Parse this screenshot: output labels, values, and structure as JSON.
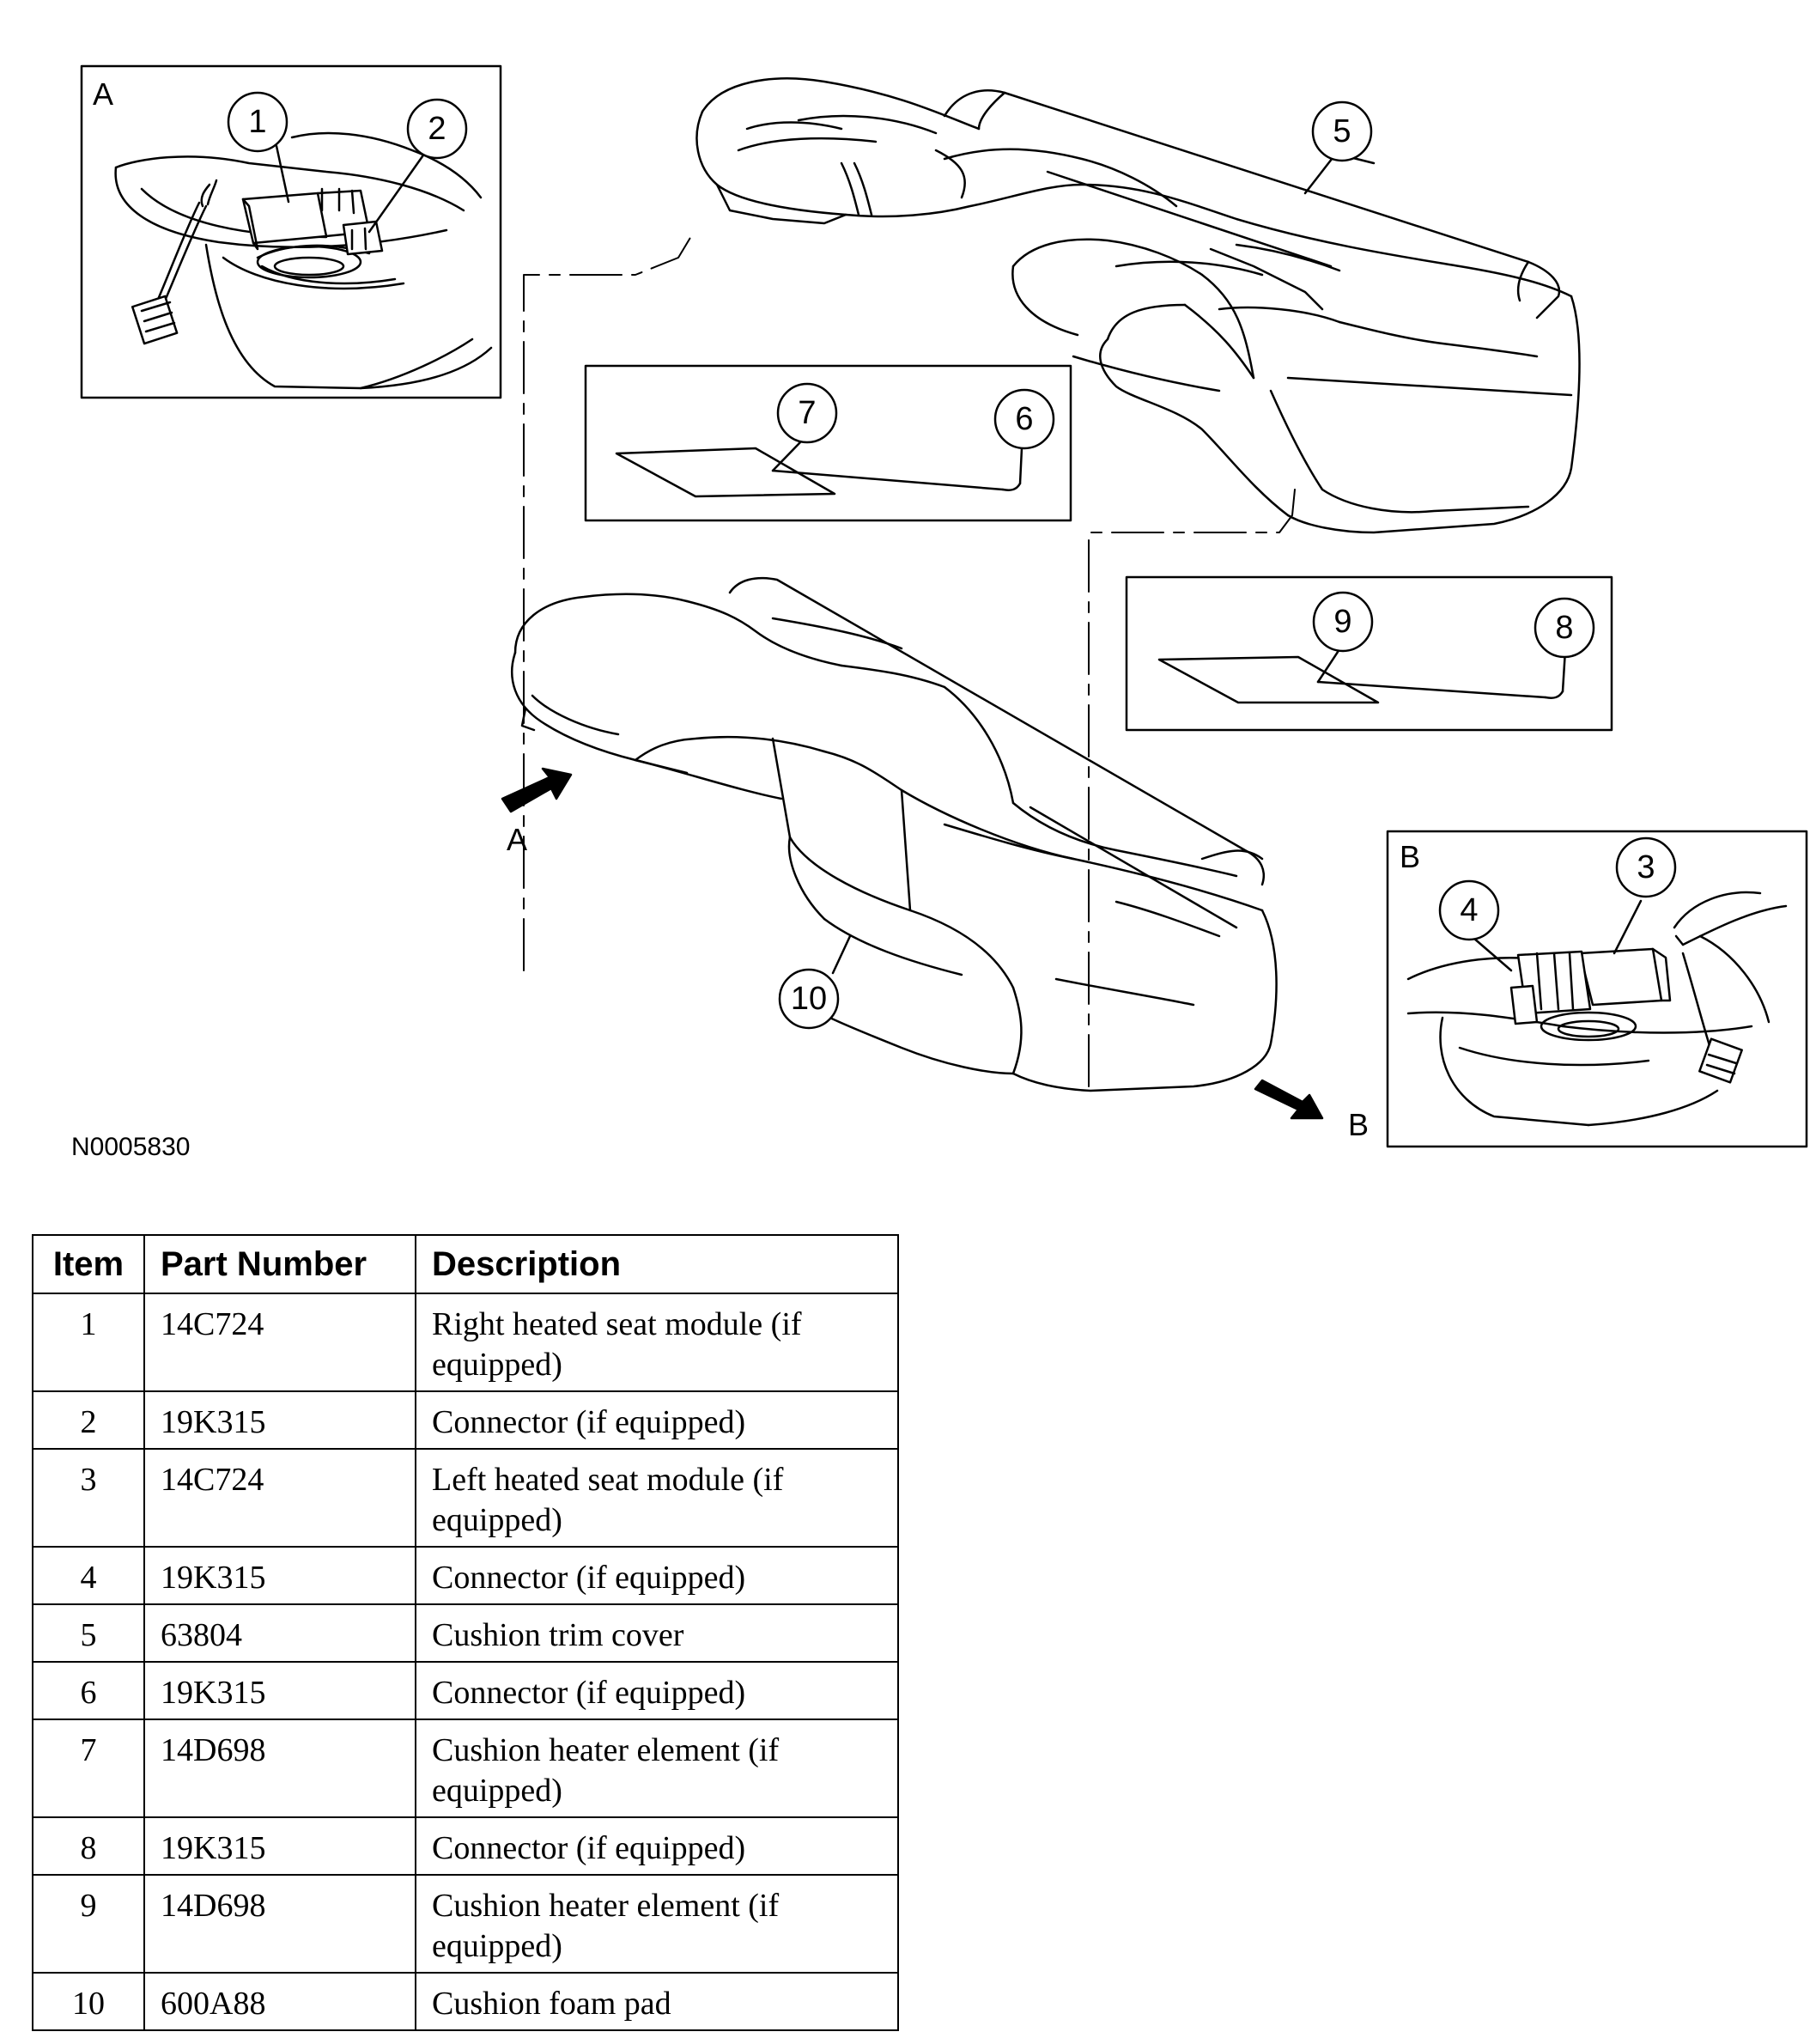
{
  "figure": {
    "id": "N0005830",
    "detail_a_label": "A",
    "detail_b_label": "B",
    "arrow_a_label": "A",
    "arrow_b_label": "B",
    "callouts": [
      "1",
      "2",
      "3",
      "4",
      "5",
      "6",
      "7",
      "8",
      "9",
      "10"
    ]
  },
  "table": {
    "headers": {
      "item": "Item",
      "part_number": "Part Number",
      "description": "Description"
    },
    "rows": [
      {
        "item": "1",
        "part_number": "14C724",
        "description": "Right heated seat module (if equipped)"
      },
      {
        "item": "2",
        "part_number": "19K315",
        "description": "Connector (if equipped)"
      },
      {
        "item": "3",
        "part_number": "14C724",
        "description": "Left heated seat module (if equipped)"
      },
      {
        "item": "4",
        "part_number": "19K315",
        "description": "Connector (if equipped)"
      },
      {
        "item": "5",
        "part_number": "63804",
        "description": "Cushion trim cover"
      },
      {
        "item": "6",
        "part_number": "19K315",
        "description": "Connector (if equipped)"
      },
      {
        "item": "7",
        "part_number": "14D698",
        "description": "Cushion heater element (if equipped)"
      },
      {
        "item": "8",
        "part_number": "19K315",
        "description": "Connector (if equipped)"
      },
      {
        "item": "9",
        "part_number": "14D698",
        "description": "Cushion heater element (if equipped)"
      },
      {
        "item": "10",
        "part_number": "600A88",
        "description": "Cushion foam pad"
      }
    ]
  }
}
